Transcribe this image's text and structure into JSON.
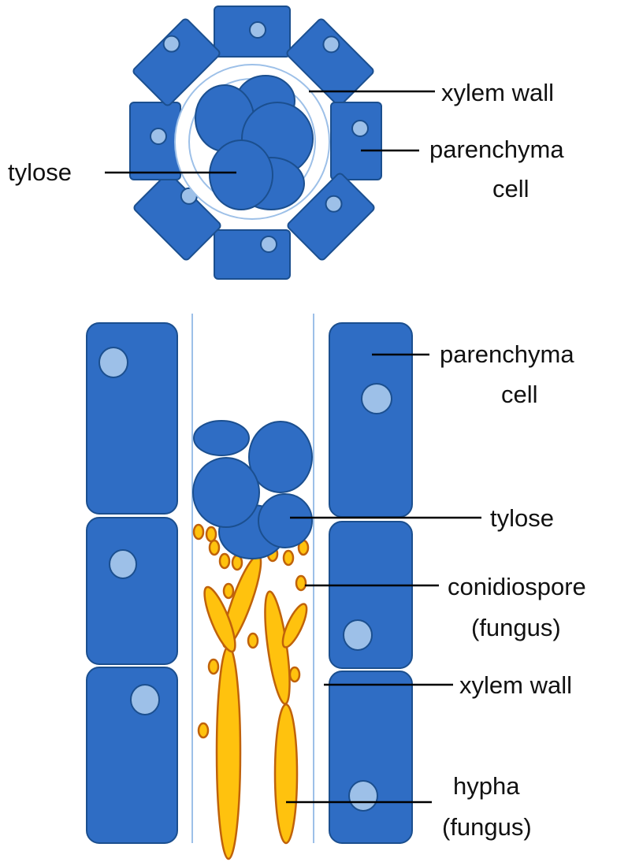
{
  "colors": {
    "cell": "#2f6dc4",
    "nucleus": "#9dc0e8",
    "xylem_wall": "#9dc0e8",
    "fungus_fill": "#ffc20e",
    "fungus_outline": "#c0620a"
  },
  "top_view": {
    "labels": {
      "xylem_wall": "xylem wall",
      "parenchyma_line1": "parenchyma",
      "parenchyma_line2": "cell",
      "tylose": "tylose"
    }
  },
  "side_view": {
    "labels": {
      "parenchyma_line1": "parenchyma",
      "parenchyma_line2": "cell",
      "tylose": "tylose",
      "conidiospore_line1": "conidiospore",
      "conidiospore_line2": "(fungus)",
      "xylem_wall": "xylem wall",
      "hypha_line1": "hypha",
      "hypha_line2": "(fungus)"
    }
  }
}
